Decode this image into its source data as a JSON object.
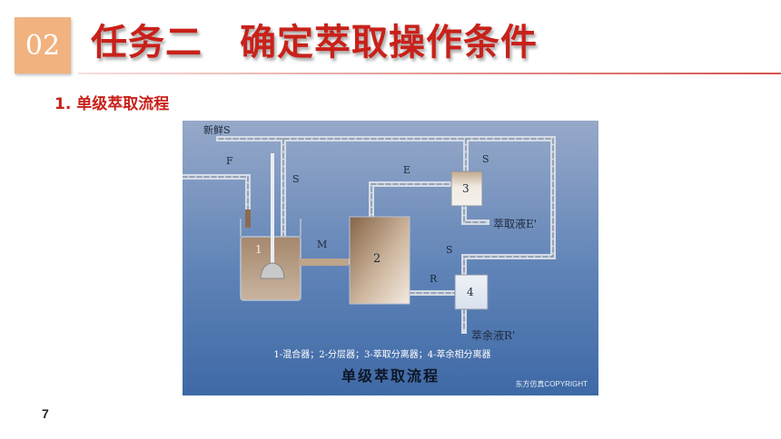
{
  "header": {
    "badge": "02",
    "title": "任务二　确定萃取操作条件"
  },
  "section": {
    "heading": "1. 单级萃取流程"
  },
  "diagram": {
    "labels": {
      "fresh_s": "新鲜S",
      "f": "F",
      "s_top": "S",
      "e": "E",
      "s_right": "S",
      "m": "M",
      "r": "R",
      "s_mid": "S",
      "extract_out": "萃取液E'",
      "raffinate_out": "萃余液R'"
    },
    "units": {
      "u1": "1",
      "u2": "2",
      "u3": "3",
      "u4": "4"
    },
    "legend": "1-混合器；2-分层器；3-萃取分离器；4-萃余相分离器",
    "caption": "单级萃取流程",
    "watermark": "东方仿真COPYRIGHT"
  },
  "footer": {
    "page_number": "7"
  }
}
